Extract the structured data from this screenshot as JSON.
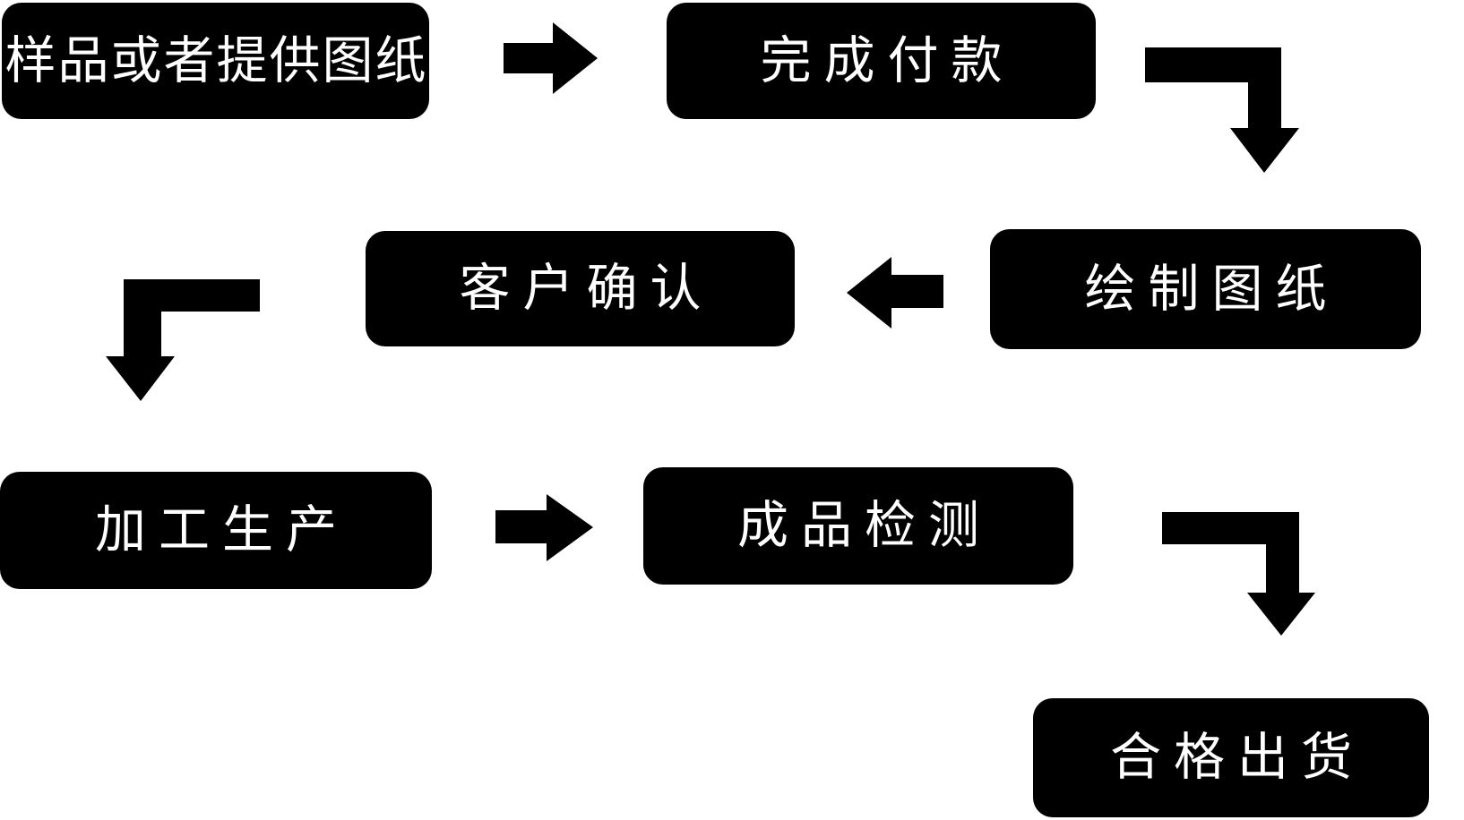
{
  "diagram": {
    "title": "production-process-flowchart",
    "background_color": "#ffffff",
    "box_color": "#000000",
    "text_color": "#ffffff",
    "arrow_color": "#000000",
    "steps": [
      {
        "id": "step-1",
        "label": "样品或者提供图纸"
      },
      {
        "id": "step-2",
        "label": "完成付款"
      },
      {
        "id": "step-3",
        "label": "绘制图纸"
      },
      {
        "id": "step-4",
        "label": "客户确认"
      },
      {
        "id": "step-5",
        "label": "加工生产"
      },
      {
        "id": "step-6",
        "label": "成品检测"
      },
      {
        "id": "step-7",
        "label": "合格出货"
      }
    ],
    "connections": [
      {
        "from": "样品或者提供图纸",
        "to": "完成付款",
        "shape": "straight-right"
      },
      {
        "from": "完成付款",
        "to": "绘制图纸",
        "shape": "elbow-down-right"
      },
      {
        "from": "绘制图纸",
        "to": "客户确认",
        "shape": "straight-left"
      },
      {
        "from": "客户确认",
        "to": "加工生产",
        "shape": "elbow-down-left"
      },
      {
        "from": "加工生产",
        "to": "成品检测",
        "shape": "straight-right"
      },
      {
        "from": "成品检测",
        "to": "合格出货",
        "shape": "elbow-down-right"
      }
    ]
  }
}
